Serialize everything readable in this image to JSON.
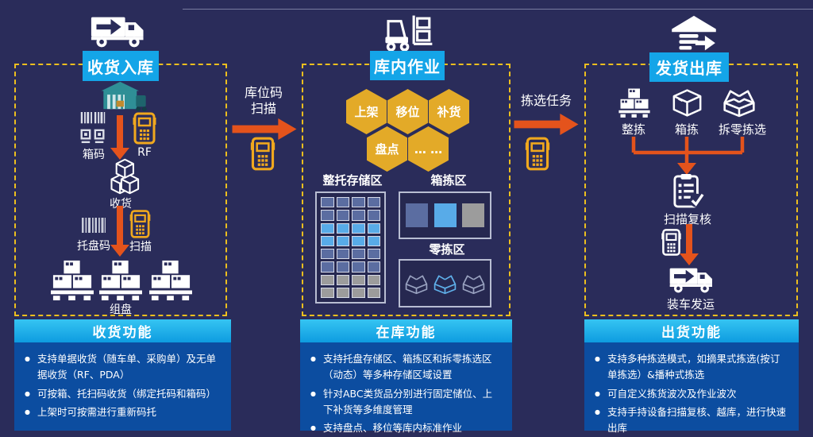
{
  "headers": {
    "inbound": "收货入库",
    "warehouse": "库内作业",
    "outbound": "发货出库"
  },
  "inbound": {
    "labels": {
      "box_code": "箱码",
      "rf": "RF",
      "receive": "收货",
      "pallet_code": "托盘码",
      "scan": "扫描",
      "palletize": "组盘"
    }
  },
  "warehouse": {
    "hexagons": [
      "上架",
      "移位",
      "补货",
      "盘点",
      "… …"
    ],
    "zones": {
      "pallet_storage": "整托存储区",
      "case_pick": "箱拣区",
      "piece_pick": "零拣区"
    },
    "storage_grid": {
      "cols": 4,
      "row_colors": [
        "slate",
        "slate",
        "light",
        "light",
        "slate",
        "slate",
        "gray",
        "gray"
      ]
    },
    "case_pick_colors": [
      "slate",
      "light",
      "gray"
    ],
    "piece_pick_colors": [
      "slate",
      "light",
      "slate"
    ]
  },
  "outbound": {
    "labels": {
      "full_pick": "整拣",
      "case_pick": "箱拣",
      "piece_pick": "拆零拣选",
      "scan_check": "扫描复核",
      "ship": "装车发运"
    }
  },
  "transitions": {
    "t1_line1": "库位码",
    "t1_line2": "扫描",
    "t2": "拣选任务"
  },
  "panels": [
    {
      "title": "收货功能",
      "bullets": [
        "支持单据收货（随车单、采购单）及无单据收货（RF、PDA）",
        "可按箱、托扫码收货（绑定托码和箱码）",
        "上架时可按需进行重新码托"
      ]
    },
    {
      "title": "在库功能",
      "bullets": [
        "支持托盘存储区、箱拣区和拆零拣选区（动态）等多种存储区域设置",
        "针对ABC类货品分别进行固定储位、上下补货等多维度管理",
        "支持盘点、移位等库内标准作业"
      ]
    },
    {
      "title": "出货功能",
      "bullets": [
        "支持多种拣选模式，如摘果式拣选(按订单拣选）&播种式拣选",
        "可自定义拣货波次及作业波次",
        "支持手持设备扫描复核、越库，进行快速出库"
      ]
    }
  ],
  "colors": {
    "background": "#2a2c5a",
    "accent_cyan": "#14a5e8",
    "panel_blue": "#0c4da0",
    "dash_yellow": "#edbf1e",
    "arrow_orange": "#e4531c",
    "device_orange": "#f0a81e",
    "hex_gold": "#e3aa28",
    "cell_slate": "#5b6da1",
    "cell_light_blue": "#58abe8",
    "cell_gray": "#9c9c9c",
    "warehouse_teal": "#2f8f96"
  }
}
